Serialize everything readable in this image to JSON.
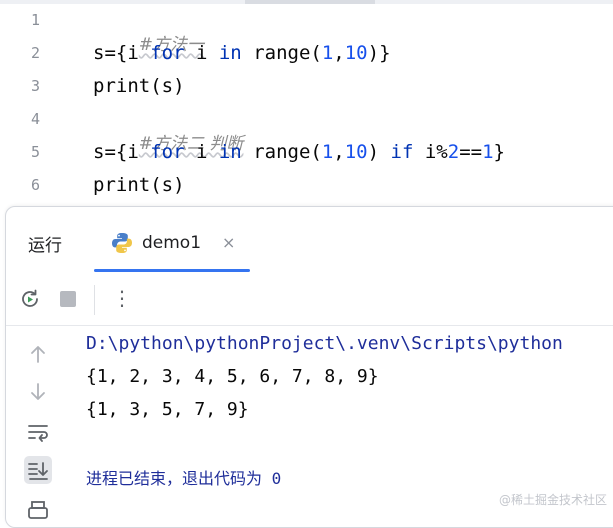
{
  "editor": {
    "line_numbers": [
      "1",
      "2",
      "3",
      "4",
      "5",
      "6"
    ],
    "lines": [
      {
        "comment": "#方法一"
      },
      {
        "parts": [
          {
            "t": "s={i ",
            "c": "fn"
          },
          {
            "t": "for",
            "c": "kw"
          },
          {
            "t": " i ",
            "c": "fn"
          },
          {
            "t": "in",
            "c": "kw"
          },
          {
            "t": " range(",
            "c": "fn"
          },
          {
            "t": "1",
            "c": "num"
          },
          {
            "t": ",",
            "c": "fn"
          },
          {
            "t": "10",
            "c": "num"
          },
          {
            "t": ")}",
            "c": "fn"
          }
        ]
      },
      {
        "parts": [
          {
            "t": "print(s)",
            "c": "fn"
          }
        ]
      },
      {
        "comment": "#方法二 判断"
      },
      {
        "parts": [
          {
            "t": "s={i ",
            "c": "fn"
          },
          {
            "t": "for",
            "c": "kw"
          },
          {
            "t": " i ",
            "c": "fn"
          },
          {
            "t": "in",
            "c": "kw"
          },
          {
            "t": " range(",
            "c": "fn"
          },
          {
            "t": "1",
            "c": "num"
          },
          {
            "t": ",",
            "c": "fn"
          },
          {
            "t": "10",
            "c": "num"
          },
          {
            "t": ") ",
            "c": "fn"
          },
          {
            "t": "if",
            "c": "kw"
          },
          {
            "t": " i%",
            "c": "fn"
          },
          {
            "t": "2",
            "c": "num"
          },
          {
            "t": "==",
            "c": "fn"
          },
          {
            "t": "1",
            "c": "num"
          },
          {
            "t": "}",
            "c": "fn"
          }
        ]
      },
      {
        "parts": [
          {
            "t": "print(s)",
            "c": "fn"
          }
        ]
      }
    ]
  },
  "run_panel": {
    "title": "运行",
    "tab": {
      "label": "demo1",
      "close": "×",
      "icon": "python-icon"
    },
    "toolbar": {
      "rerun_icon": "rerun-icon",
      "stop_icon": "stop-icon",
      "more": "⋮"
    },
    "side_icons": [
      "arrow-up-icon",
      "arrow-down-icon",
      "soft-wrap-icon",
      "scroll-to-end-icon",
      "print-icon"
    ],
    "console": {
      "path": "D:\\python\\pythonProject\\.venv\\Scripts\\python",
      "output1": "{1, 2, 3, 4, 5, 6, 7, 8, 9}",
      "output2": "{1, 3, 5, 7, 9}",
      "exit": "进程已结束，退出代码为 0"
    }
  },
  "watermark": "@稀土掘金技术社区",
  "colors": {
    "accent": "#3574f0",
    "keyword": "#0033b3",
    "number": "#1750eb",
    "console_path": "#1f2e9a"
  }
}
